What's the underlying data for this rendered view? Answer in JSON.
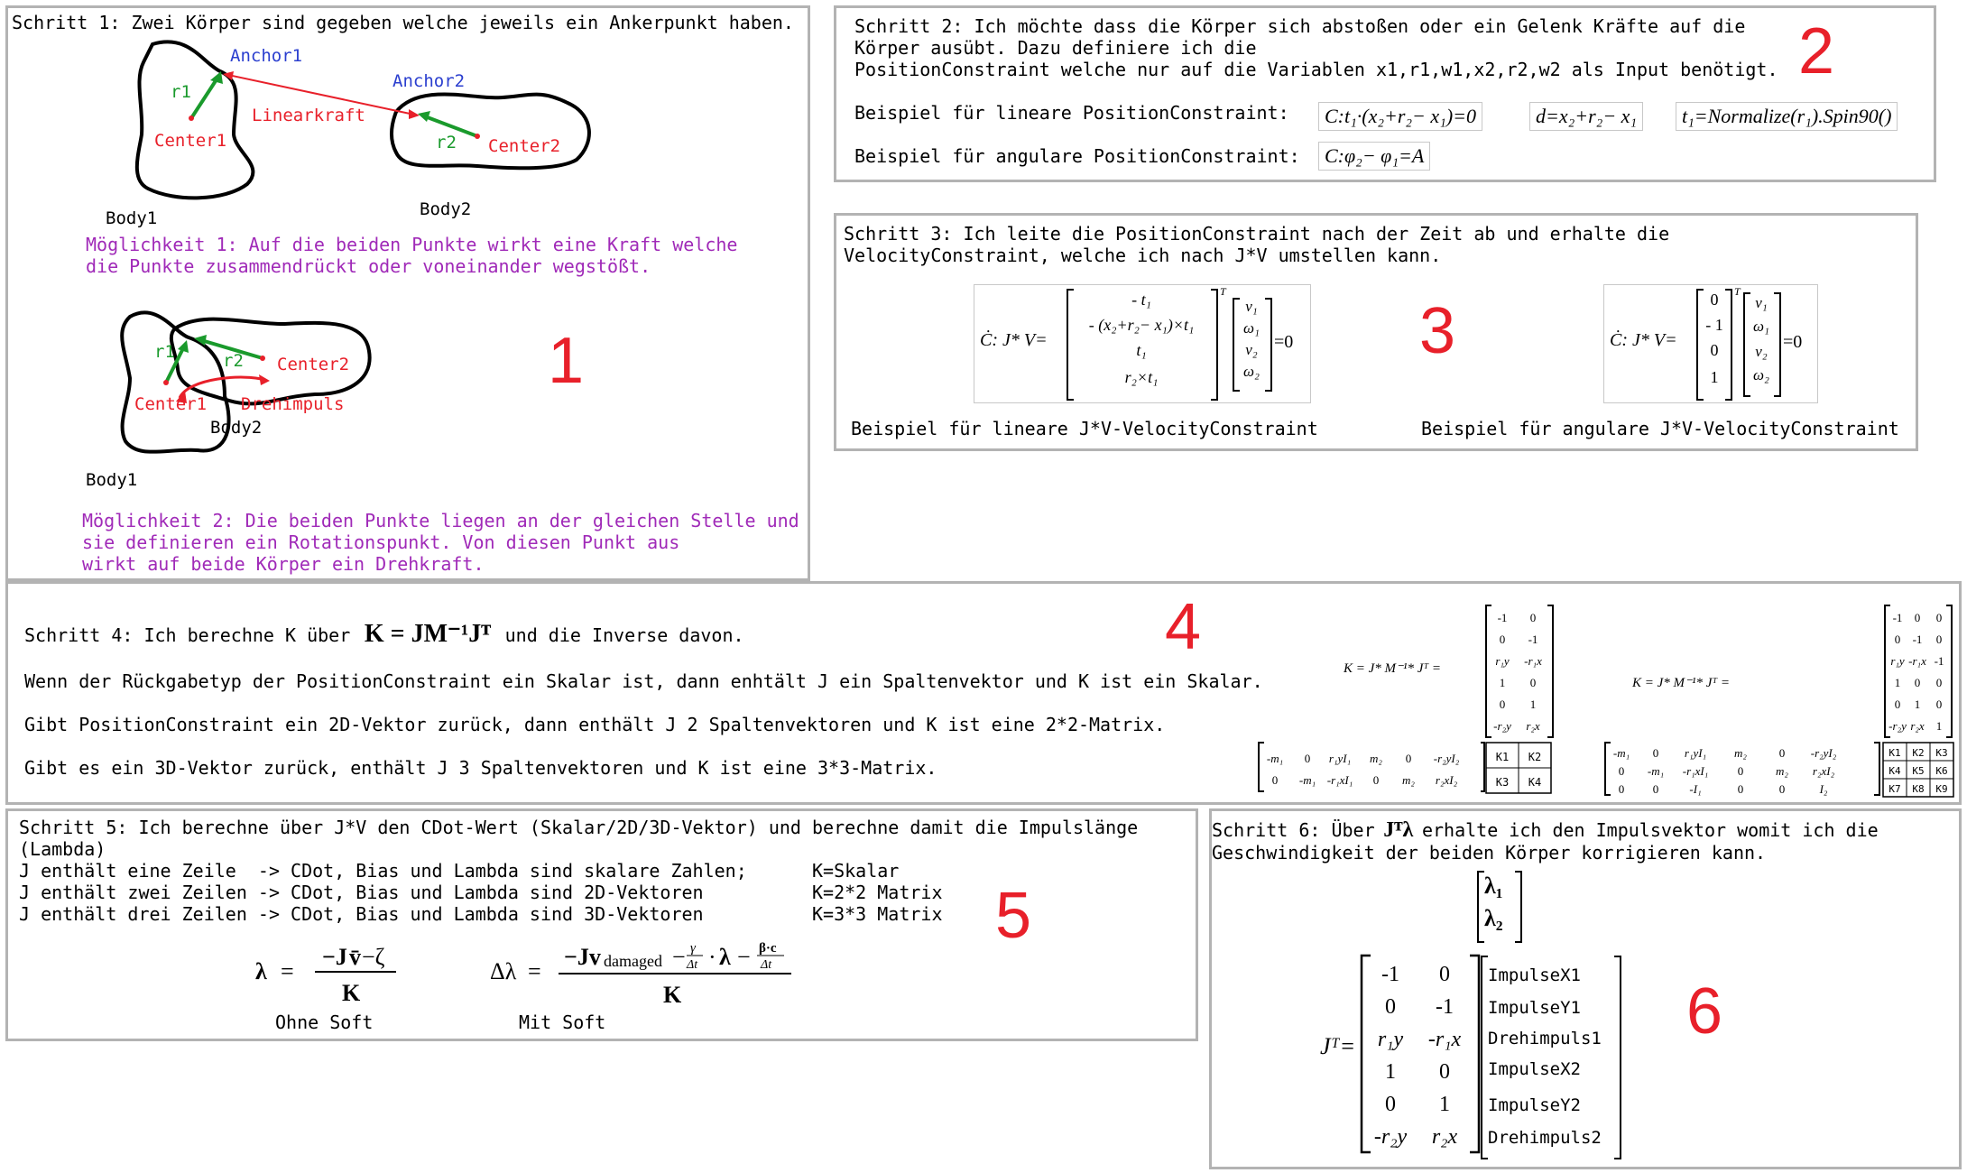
{
  "step1": {
    "title": "Schritt 1: Zwei Körper sind gegeben welche jeweils ein Ankerpunkt haben.",
    "labels": {
      "anchor1": "Anchor1",
      "anchor2": "Anchor2",
      "r1": "r1",
      "r2": "r2",
      "center1": "Center1",
      "center2": "Center2",
      "linearkraft": "Linearkraft",
      "body1": "Body1",
      "body2": "Body2",
      "drehimpuls": "Drehimpuls"
    },
    "option1_line1": "Möglichkeit 1: Auf die beiden Punkte wirkt eine Kraft welche",
    "option1_line2": "die Punkte zusammendrückt oder voneinander wegstößt.",
    "option2_line1": "Möglichkeit 2: Die beiden Punkte liegen an der gleichen Stelle und",
    "option2_line2": "sie definieren ein Rotationspunkt. Von diesen Punkt aus",
    "option2_line3": "wirkt auf beide Körper ein Drehkraft.",
    "number": "1"
  },
  "step2": {
    "line1": "Schritt 2: Ich möchte dass die Körper sich abstoßen oder ein Gelenk Kräfte auf die",
    "line2": "Körper ausübt. Dazu definiere ich die",
    "line3": "PositionConstraint welche nur auf die Variablen x1,r1,w1,x2,r2,w2 als Input benötigt.",
    "example_linear": "Beispiel für lineare PositionConstraint:",
    "example_angular": "Beispiel für angulare PositionConstraint:",
    "formula_c": "C:t₁·(x₂+r₂− x₁)=0",
    "formula_d": "d=x₂+r₂− x₁",
    "formula_t1": "t₁=Normalize(r₁).Spin90()",
    "formula_angular": "C:φ₂− φ₁=A",
    "number": "2"
  },
  "step3": {
    "line1": "Schritt 3: Ich leite die PositionConstraint nach der Zeit ab und erhalte die",
    "line2": "VelocityConstraint, welche ich nach J*V umstellen kann.",
    "lhs": "Ċ: J* V=",
    "matrix_linear": [
      "- t₁",
      "- (x₂+r₂− x₁)×t₁",
      "t₁",
      "r₂×t₁"
    ],
    "matrix_angular": [
      "0",
      "- 1",
      "0",
      "1"
    ],
    "vector_v": [
      "v₁",
      "ω₁",
      "v₂",
      "ω₂"
    ],
    "eq0": "=0",
    "caption_linear": "Beispiel für lineare J*V-VelocityConstraint",
    "caption_angular": "Beispiel für angulare J*V-VelocityConstraint",
    "number": "3"
  },
  "step4": {
    "line1_pre": "Schritt 4: Ich berechne K über",
    "line1_formula": "K = JM⁻¹Jᵀ",
    "line1_post": "und die Inverse davon.",
    "line2": "Wenn der Rückgabetyp der PositionConstraint ein Skalar ist, dann enhtält J ein Spaltenvektor und K ist ein Skalar.",
    "line3": "Gibt PositionConstraint ein 2D-Vektor zurück, dann enthält J 2 Spaltenvektoren und K ist eine 2*2-Matrix.",
    "line4": "Gibt es ein 3D-Vektor zurück, enthält J 3 Spaltenvektoren und K ist eine 3*3-Matrix.",
    "k_formula": "K = J* M⁻¹* Jᵀ =",
    "number": "4"
  },
  "step5": {
    "line1": "Schritt 5: Ich berechne über J*V den CDot-Wert (Skalar/2D/3D-Vektor) und berechne damit die Impulslänge",
    "line2": "(Lambda)",
    "row1": "J enthält eine Zeile  -> CDot, Bias und Lambda sind skalare Zahlen;      K=Skalar",
    "row2": "J enthält zwei Zeilen -> CDot, Bias und Lambda sind 2D-Vektoren          K=2*2 Matrix",
    "row3": "J enthält drei Zeilen -> CDot, Bias und Lambda sind 3D-Vektoren          K=3*3 Matrix",
    "caption_nosoft": "Ohne Soft",
    "caption_soft": "Mit Soft",
    "number": "5"
  },
  "step6": {
    "line1_pre": "Schritt 6: Über",
    "line1_post": "erhalte ich den Impulsvektor womit ich die",
    "line2": "Geschwindigkeit der beiden Körper korrigieren kann.",
    "jt_label": "Jᵀ=",
    "lambda_vec": [
      "λ₁",
      "λ₂"
    ],
    "outputs": [
      "ImpulseX1",
      "ImpulseY1",
      "Drehimpuls1",
      "ImpulseX2",
      "ImpulseY2",
      "Drehimpuls2"
    ],
    "number": "6"
  }
}
